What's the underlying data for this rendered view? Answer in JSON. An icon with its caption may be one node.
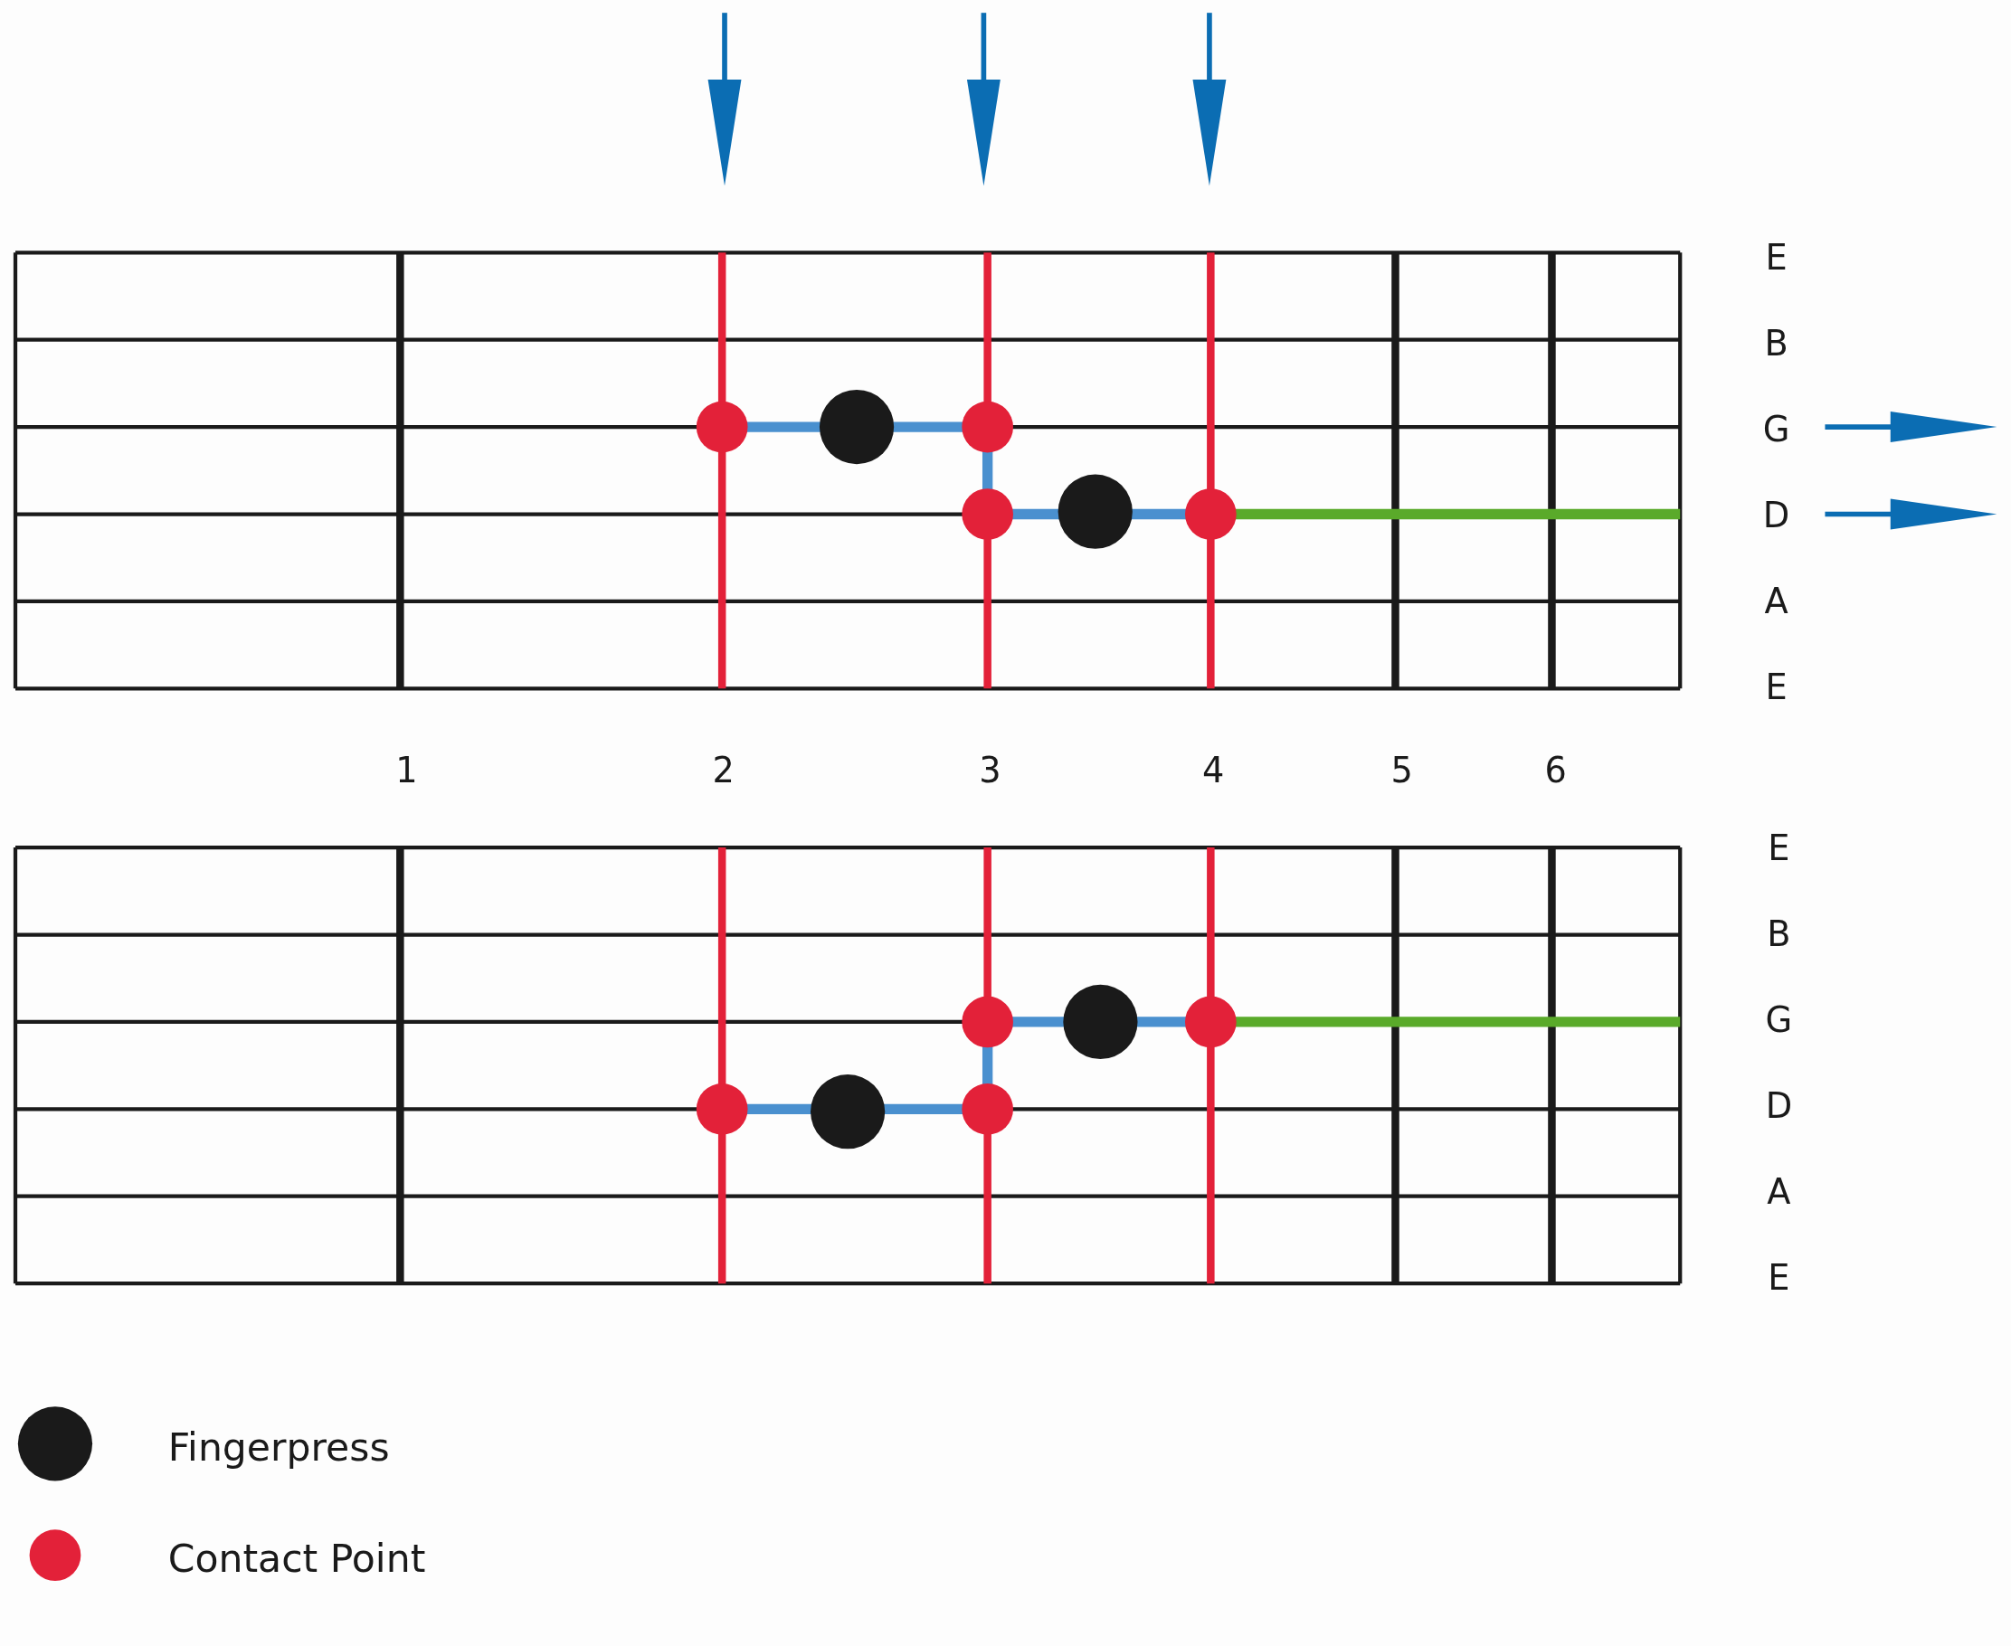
{
  "diagram": {
    "labels": [
      "E",
      "B",
      "G",
      "D",
      "A",
      "E",
      "1",
      "2",
      "3",
      "4",
      "5",
      "6",
      "E",
      "B",
      "G",
      "D",
      "A",
      "E"
    ],
    "legend": [
      {
        "text": "Fingerpress",
        "color": "#1a1a1a"
      },
      {
        "text": "Contact Point",
        "color": "#e32139"
      }
    ]
  }
}
